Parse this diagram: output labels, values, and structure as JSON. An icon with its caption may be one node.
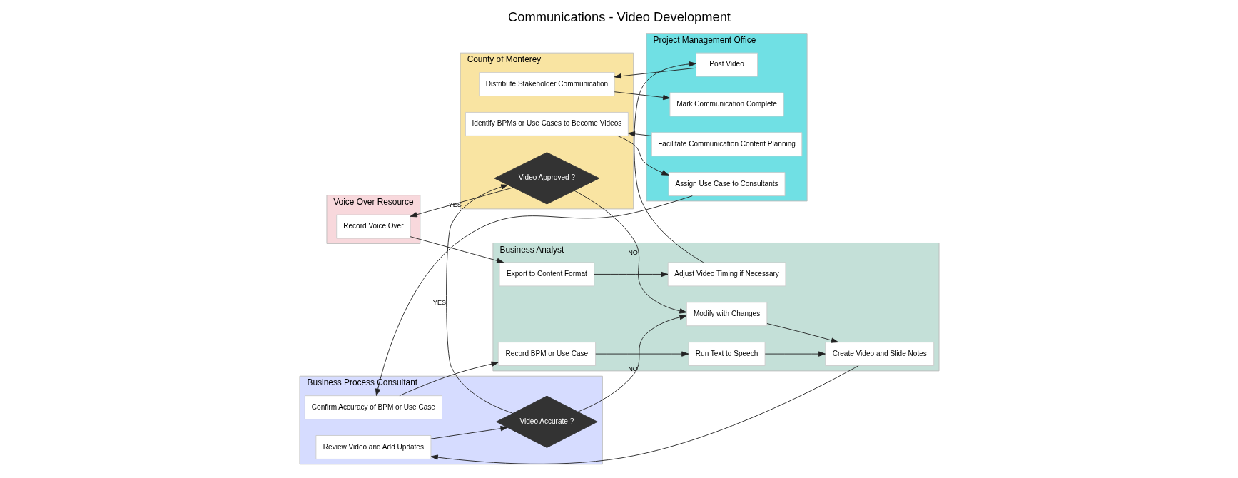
{
  "diagram": {
    "title": "Communications - Video Development",
    "nodes": [
      {
        "text": [
          "Business Process Consultant"
        ]
      },
      {
        "text": [
          "Business Analyst"
        ]
      },
      {
        "text": [
          "Voice Over Resource"
        ]
      },
      {
        "text": [
          "Project Management Office"
        ]
      },
      {
        "text": [
          "County of Monterey"
        ]
      },
      {
        "text": [
          "Confirm Accuracy of BPM or Use Case"
        ],
        "in": 0
      },
      {
        "text": [
          "Review Video and Add Updates"
        ],
        "in": 0
      },
      {
        "text": [
          "Video Accurate ?"
        ],
        "in": 0
      },
      {
        "text": [
          "Record BPM or Use Case"
        ],
        "in": 1
      },
      {
        "text": [
          "Run Text to Speech"
        ],
        "in": 1
      },
      {
        "text": [
          "Create Video and Slide Notes"
        ],
        "in": 1
      },
      {
        "text": [
          "Modify with Changes"
        ],
        "in": 1
      },
      {
        "text": [
          "Export to Content Format"
        ],
        "in": 1
      },
      {
        "text": [
          "Adjust Video Timing if Necessary"
        ],
        "in": 1
      },
      {
        "text": [
          "Record Voice Over"
        ],
        "in": 2
      },
      {
        "text": [
          "Facilitate Communication Content Planning"
        ],
        "in": 3
      },
      {
        "text": [
          "Assign Use Case to Consultants"
        ],
        "in": 3
      },
      {
        "text": [
          "Post Video"
        ],
        "in": 3
      },
      {
        "text": [
          "Mark Communication Complete"
        ],
        "in": 3
      },
      {
        "text": [
          "Identify BPMs or Use Cases to Become Videos"
        ],
        "in": 4
      },
      {
        "text": [
          "Video Approved ?"
        ],
        "in": 4
      },
      {
        "text": [
          "Distribute Stakeholder Communication"
        ],
        "in": 4
      }
    ],
    "edges": [
      {
        "from": 15,
        "to": 19,
        "arrow": "to"
      },
      {
        "from": 19,
        "to": 16,
        "arrow": "to"
      },
      {
        "from": 16,
        "to": 5,
        "arrow": "to"
      },
      {
        "from": 5,
        "to": 8,
        "arrow": "to"
      },
      {
        "from": 8,
        "to": 9,
        "arrow": "to"
      },
      {
        "from": 9,
        "to": 10,
        "arrow": "to"
      },
      {
        "from": 10,
        "to": 6,
        "arrow": "to"
      },
      {
        "from": 6,
        "to": 7,
        "arrow": "to"
      },
      {
        "from": 7,
        "to": 11,
        "label": "NO",
        "arrow": "to"
      },
      {
        "from": 11,
        "to": 10,
        "arrow": "to"
      },
      {
        "from": 7,
        "to": 20,
        "label": "YES",
        "arrow": "to"
      },
      {
        "from": 20,
        "to": 11,
        "label": "NO",
        "arrow": "to"
      },
      {
        "from": 20,
        "to": 14,
        "label": "YES",
        "arrow": "to"
      },
      {
        "from": 14,
        "to": 12,
        "arrow": "to"
      },
      {
        "from": 12,
        "to": 13,
        "arrow": "to"
      },
      {
        "from": 13,
        "to": 17,
        "arrow": "to"
      },
      {
        "from": 17,
        "to": 21,
        "arrow": "to"
      },
      {
        "from": 21,
        "to": 18,
        "arrow": "to"
      }
    ]
  }
}
